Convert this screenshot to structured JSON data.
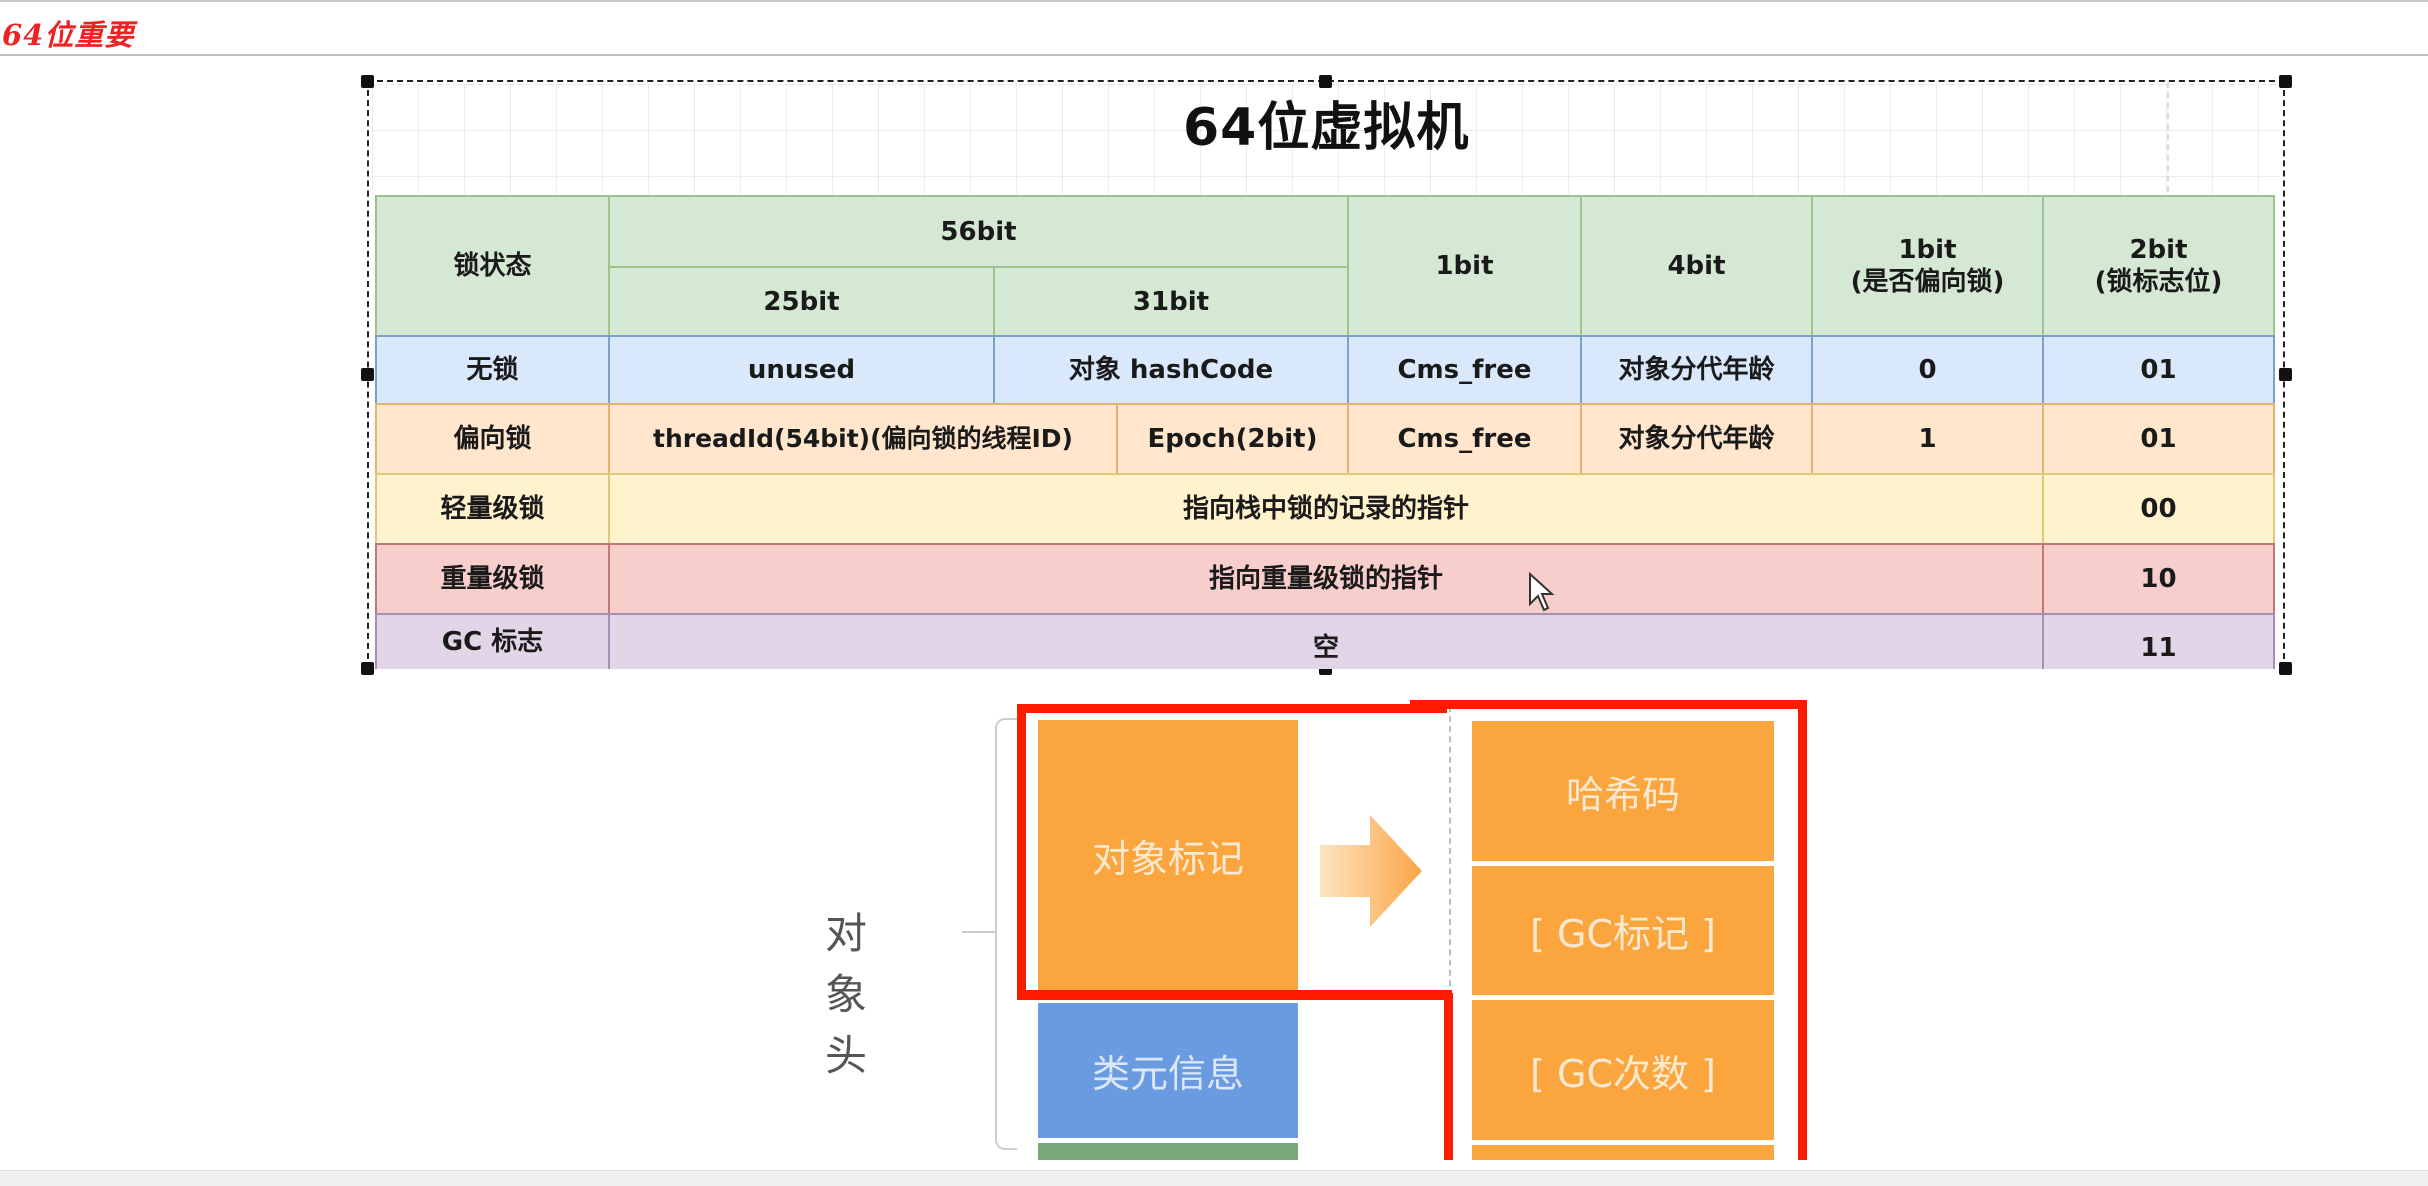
{
  "heading": {
    "text": "64位重要",
    "color": "#ee2222"
  },
  "figure": {
    "title": "64位虚拟机",
    "header": {
      "lock_state": "锁状态",
      "bits56": "56bit",
      "bits25": "25bit",
      "bits31": "31bit",
      "bit1": "1bit",
      "bits4": "4bit",
      "biased_flag": [
        "1bit",
        "(是否偏向锁)"
      ],
      "lock_flag": [
        "2bit",
        "(锁标志位)"
      ]
    },
    "rows": [
      {
        "state": "无锁",
        "cells": [
          "unused",
          "对象 hashCode",
          "Cms_free",
          "对象分代年龄",
          "0"
        ],
        "flag": "01",
        "color": "#dae8fc"
      },
      {
        "state": "偏向锁",
        "cells": [
          "threadId(54bit)(偏向锁的线程ID)",
          "Epoch(2bit)",
          "Cms_free",
          "对象分代年龄",
          "1"
        ],
        "flag": "01",
        "color": "#ffe6cc"
      },
      {
        "state": "轻量级锁",
        "cells": [
          "指向栈中锁的记录的指针"
        ],
        "flag": "00",
        "color": "#fff2cc"
      },
      {
        "state": "重量级锁",
        "cells": [
          "指向重量级锁的指针"
        ],
        "flag": "10",
        "color": "#f8cecc"
      },
      {
        "state": "GC 标志",
        "cells": [
          "空"
        ],
        "flag": "11",
        "color": "#e1d5e7"
      }
    ],
    "header_color": "#d5e8d4"
  },
  "diagram": {
    "object_header_label": "对象头",
    "left_blocks": [
      {
        "label": "对象标记",
        "color": "#fba53e"
      },
      {
        "label": "类元信息",
        "color": "#6a9be0"
      }
    ],
    "right_blocks": [
      {
        "label": "哈希码"
      },
      {
        "label": "[ GC标记 ]"
      },
      {
        "label": "[ GC次数 ]"
      }
    ],
    "highlight_color": "#ff1a00"
  }
}
